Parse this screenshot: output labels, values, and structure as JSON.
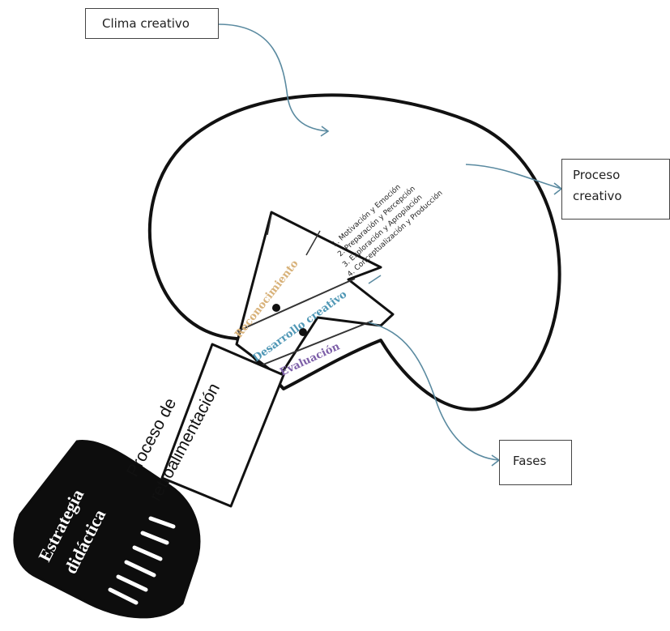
{
  "callouts": {
    "clima": "Clima creativo",
    "proceso_line1": "Proceso",
    "proceso_line2": "creativo",
    "fases": "Fases"
  },
  "process_steps": [
    "1. Motivación y Emoción",
    "2. Preparación y Percepción",
    "3. Exploración y Apropiación",
    "4. Conceptualización y Producción"
  ],
  "phases": {
    "reconocimiento": "Reconocimiento",
    "desarrollo": "Desarrollo creativo",
    "evaluacion": "Evaluación"
  },
  "feedback": {
    "line1": "Proceso de",
    "line2": "retroalimentación"
  },
  "strategy": {
    "line1": "Estrategia",
    "line2": "didáctica"
  },
  "colors": {
    "reconocimiento": "#d8b27a",
    "desarrollo": "#4f97b5",
    "evaluacion": "#7d5fa8",
    "arrow": "#5a8aa0",
    "outline": "#111111"
  }
}
